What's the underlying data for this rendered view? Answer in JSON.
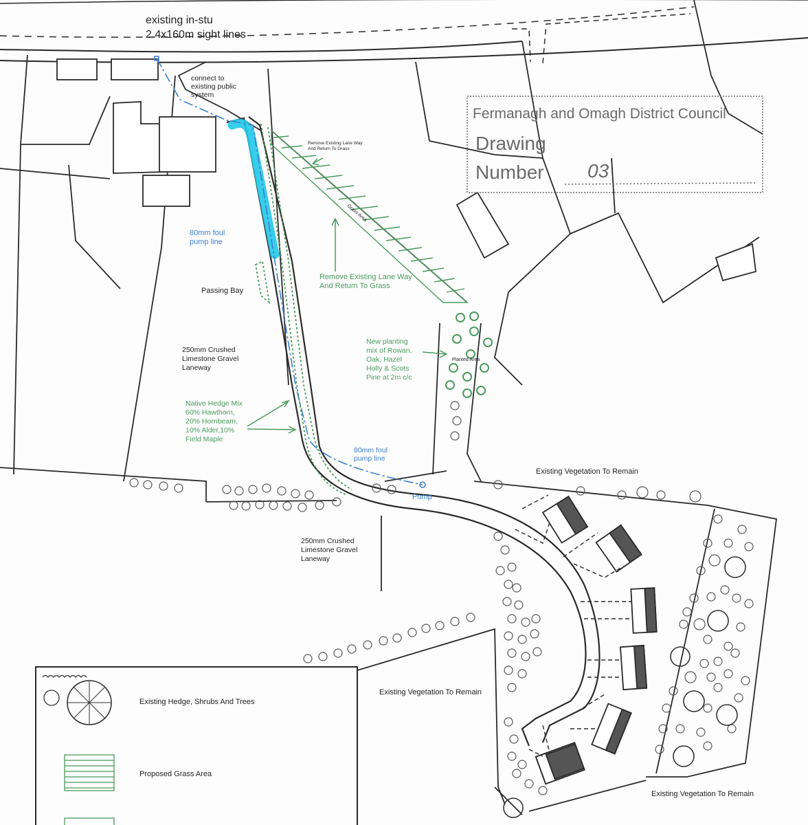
{
  "sightlines": {
    "line1": "existing in-stu",
    "line2": "2.4x160m sight lines"
  },
  "connect": {
    "line1": "connect to",
    "line2": "existing public",
    "line3": "system"
  },
  "stamp": {
    "council": "Fermanagh and Omagh District Council",
    "drawing": "Drawing",
    "number_label": "Number",
    "number_value": "03"
  },
  "labels": {
    "remove_lane_small_1": "Remove Existing Lane Way",
    "remove_lane_small_2": "And Return To Grass",
    "grass_area": "Grass Area",
    "pump_line_top_1": "80mm foul",
    "pump_line_top_2": "pump line",
    "passing_bay": "Passing Bay",
    "remove_lane_1": "Remove Existing Lane Way",
    "remove_lane_2": "And Return To Grass",
    "laneway_1_a": "250mm Crushed",
    "laneway_1_b": "Limestone Gravel",
    "laneway_1_c": "Laneway",
    "planting_1": "New planting",
    "planting_2": "mix of Rowan,",
    "planting_3": "Oak, Hazel",
    "planting_4": "Holly & Scots",
    "planting_5": "Pine at 2m c/c",
    "planted_area": "Planted Area",
    "hedge_1": "Native Hedge Mix",
    "hedge_2": "60% Hawthorn,",
    "hedge_3": "20% Hornbeam,",
    "hedge_4": "10% Alder,10%",
    "hedge_5": "Field Maple",
    "pump_line_bottom_1": "80mm foul",
    "pump_line_bottom_2": "pump line",
    "pump": "Pump",
    "veg_top": "Existing Vegetation To Remain",
    "laneway_2_a": "250mm Crushed",
    "laneway_2_b": "Limestone Gravel",
    "laneway_2_c": "Laneway",
    "veg_middle": "Existing Vegetation To Remain",
    "veg_bottom": "Existing Vegetation To Remain"
  },
  "legend": {
    "existing_hedge": "Existing Hedge, Shrubs And Trees",
    "proposed_grass": "Proposed Grass Area"
  },
  "colors": {
    "line": "#2a2a2a",
    "green": "#4a9a5c",
    "blue": "#3a7fd0",
    "cyan": "#22c8e8",
    "stamp": "#6a6a6a"
  }
}
